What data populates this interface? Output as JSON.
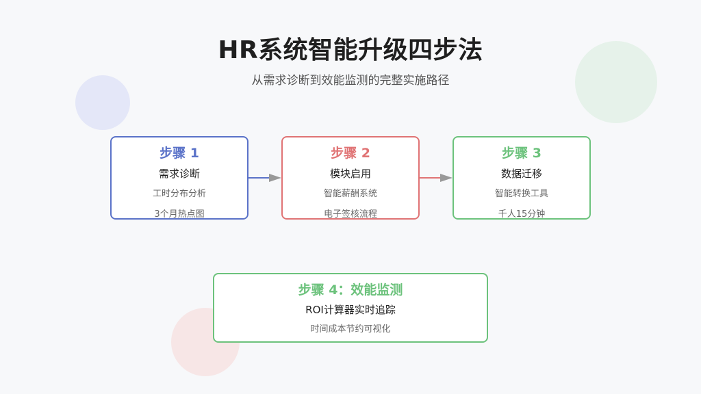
{
  "header": {
    "title": "HR系统智能升级四步法",
    "subtitle": "从需求诊断到效能监测的完整实施路径"
  },
  "steps": [
    {
      "title": "步骤 1",
      "name": "需求诊断",
      "details": [
        "工时分布分析",
        "3个月热点图"
      ],
      "color": "#5a72c8"
    },
    {
      "title": "步骤 2",
      "name": "模块启用",
      "details": [
        "智能薪酬系统",
        "电子签核流程"
      ],
      "color": "#e07374"
    },
    {
      "title": "步骤 3",
      "name": "数据迁移",
      "details": [
        "智能转换工具",
        "千人15分钟"
      ],
      "color": "#6cc27c"
    },
    {
      "title": "步骤 4：效能监测",
      "name": "ROI计算器实时追踪",
      "details": [
        "时间成本节约可视化"
      ],
      "color": "#6cc27c"
    }
  ],
  "colors": {
    "background": "#f7f8fa",
    "arrow_blue": "#5a72c8",
    "arrow_red": "#e07374",
    "arrowhead": "#999999"
  }
}
